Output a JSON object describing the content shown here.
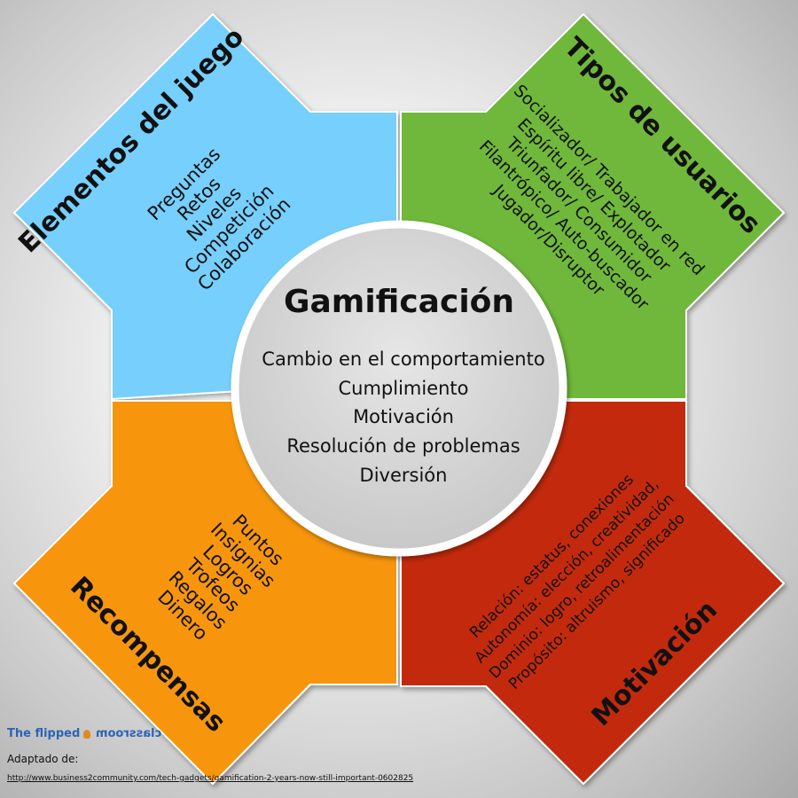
{
  "center": {
    "title": "Gamificación",
    "items": [
      "Cambio en el comportamiento",
      "Cumplimiento",
      "Motivación",
      "Resolución de problemas",
      "Diversión"
    ]
  },
  "quadrants": {
    "top_left": {
      "title": "Elementos del juego",
      "items": [
        "Preguntas",
        "Retos",
        "Niveles",
        "Competición",
        "Colaboración"
      ],
      "color": "#76cffc"
    },
    "top_right": {
      "title": "Tipos de usuarios",
      "items": [
        "Socializador/ Trabajador en red",
        "Espíritu libre/ Explotador",
        "Triunfador/ Consumidor",
        "Filantrópico/ Auto-buscador",
        "Jugador/Disruptor"
      ],
      "color": "#6fb83a"
    },
    "bottom_left": {
      "title": "Recompensas",
      "items": [
        "Puntos",
        "Insignias",
        "Logros",
        "Trofeos",
        "Regalos",
        "Dinero"
      ],
      "color": "#f7960f"
    },
    "bottom_right": {
      "title": "Motivación",
      "items": [
        "Relación: estatus, conexiones",
        "Autonomía: elección, creatividad,",
        "Dominio: logro, retroalimentación",
        "Propósito: altruismo, significado"
      ],
      "color": "#c3290f"
    }
  },
  "credit": {
    "brand_left": "The flipped",
    "brand_right": "classroom",
    "adapted": "Adaptado de:",
    "source": "http://www.business2community.com/tech-gadgets/gamification-2-years-now-still-important-0602825"
  },
  "colors": {
    "center_fill": "#d7d7d7",
    "center_stroke": "#ffffff",
    "arrow_stroke": "#ffffff",
    "brand": "#2b64b5"
  }
}
